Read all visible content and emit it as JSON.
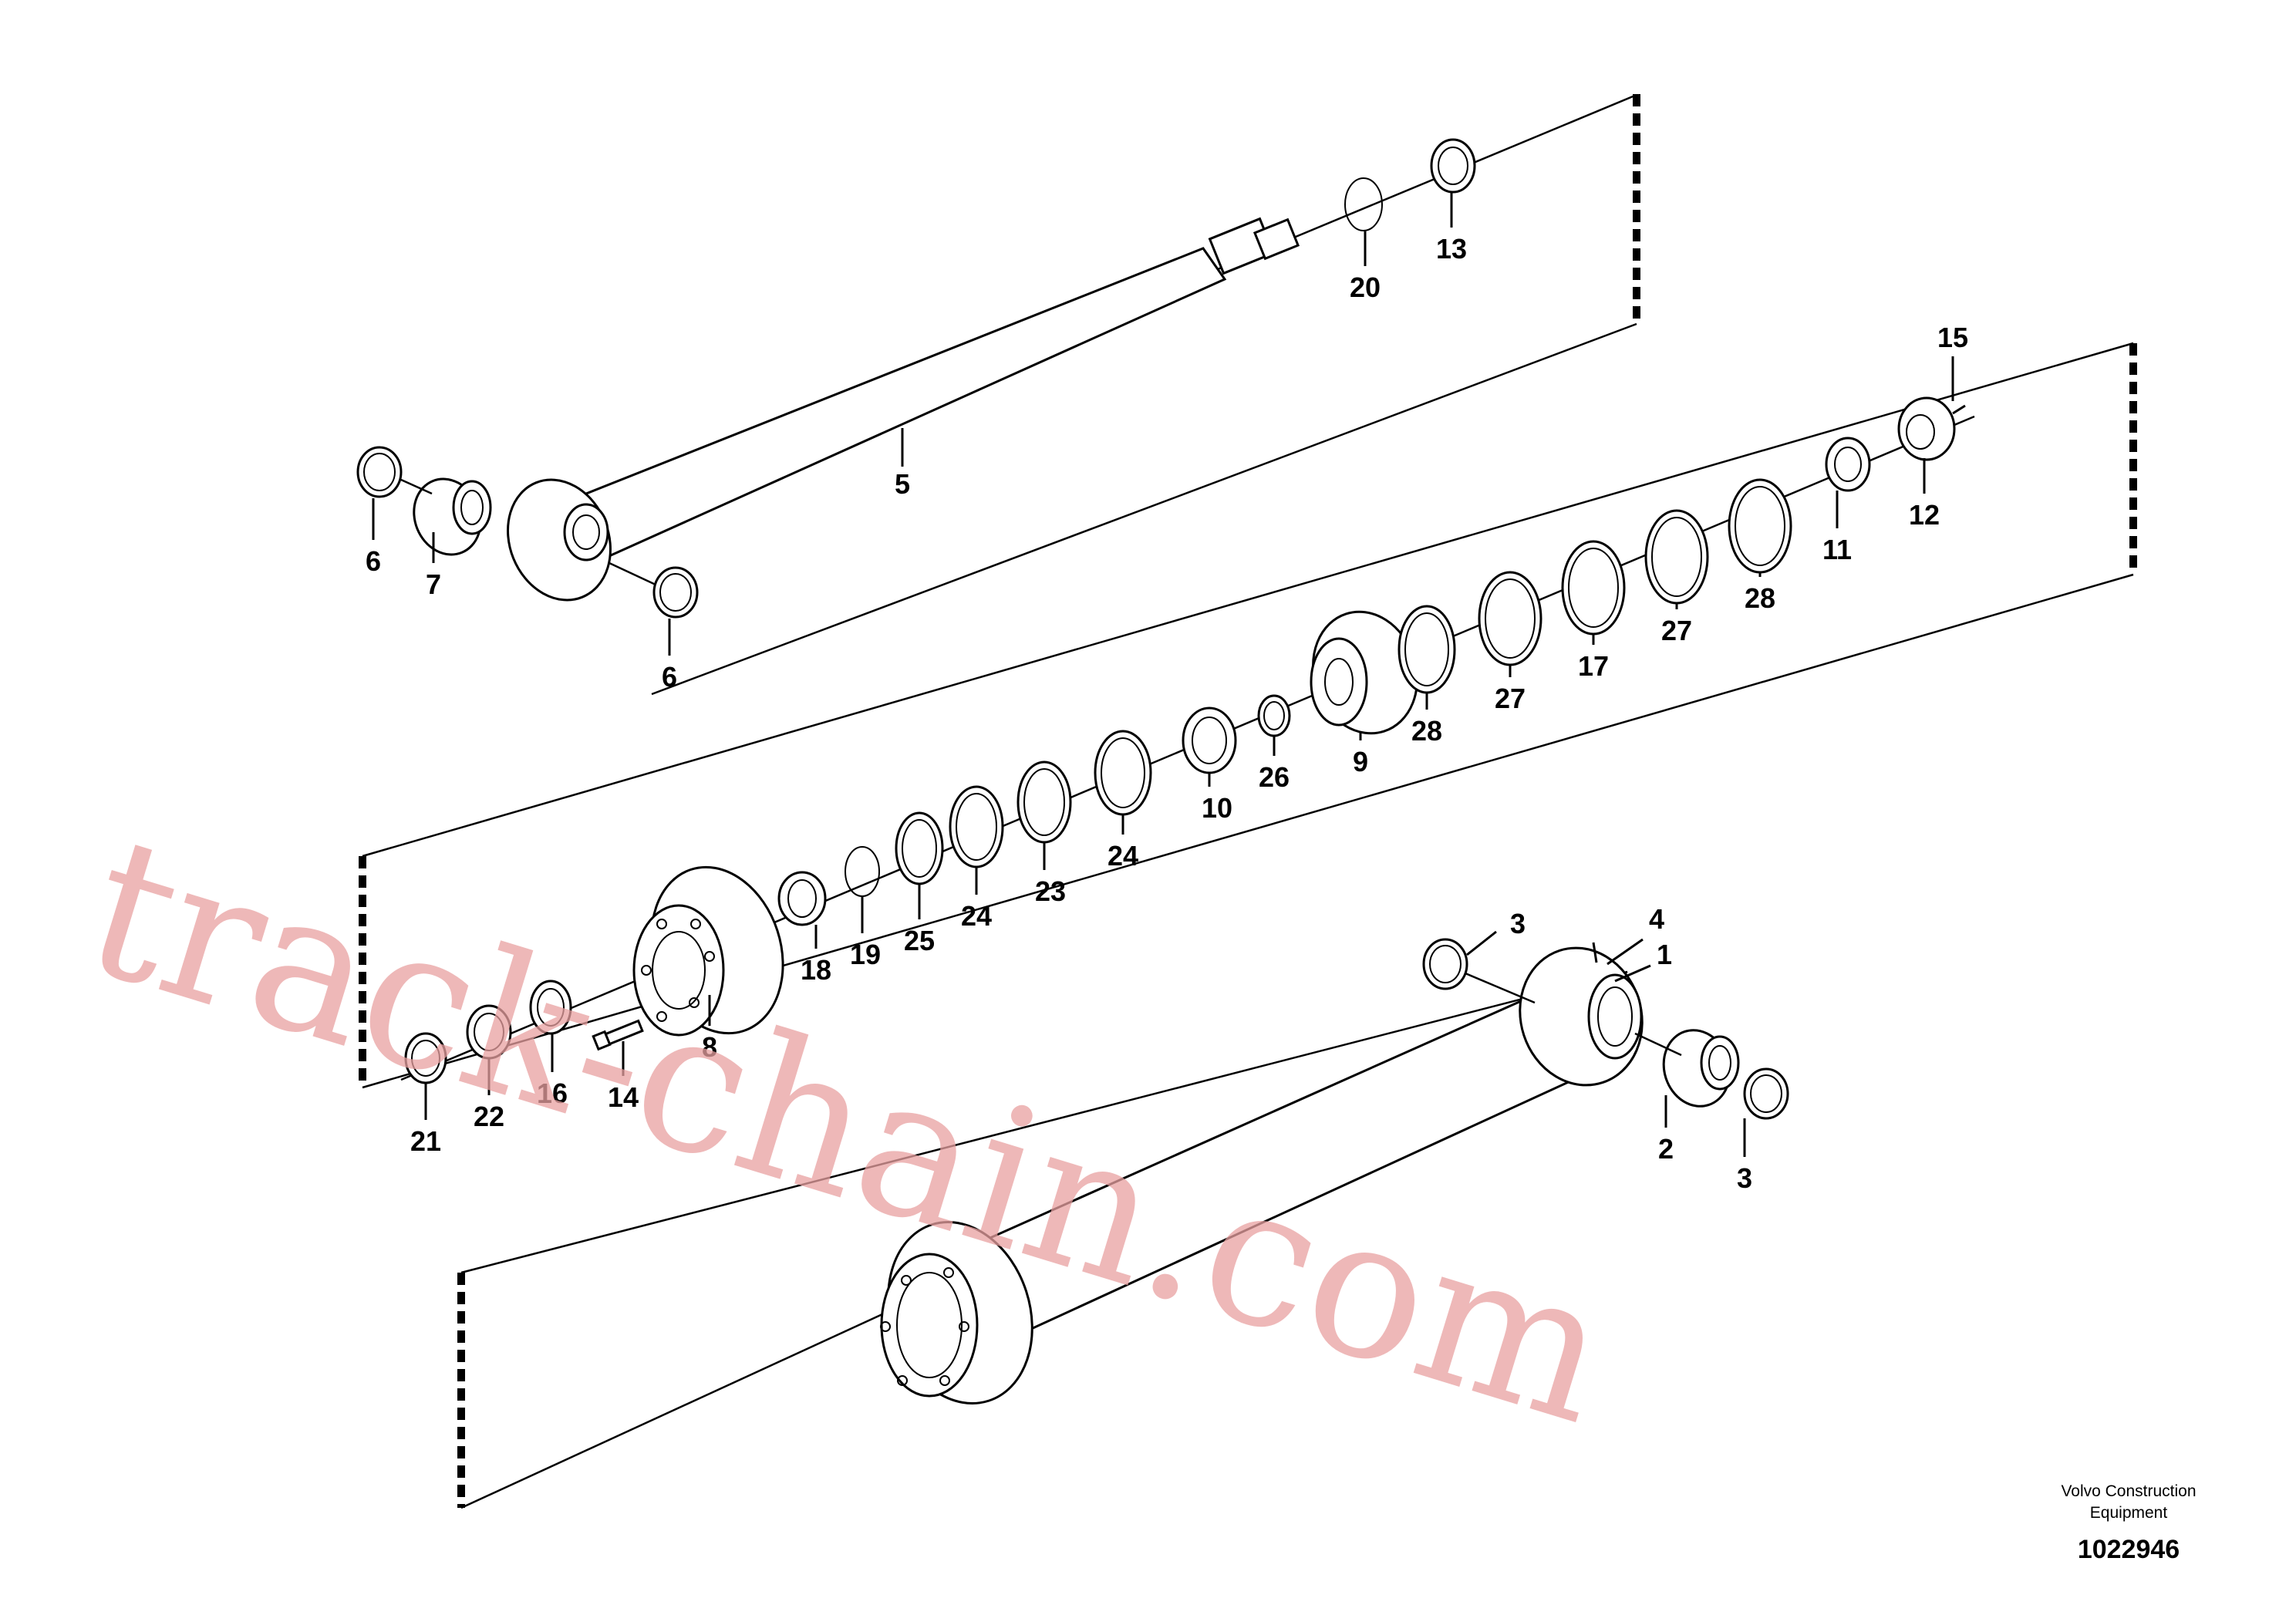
{
  "diagram": {
    "callouts": {
      "c1": "1",
      "c2": "2",
      "c3a": "3",
      "c3b": "3",
      "c4": "4",
      "c5": "5",
      "c6a": "6",
      "c6b": "6",
      "c7": "7",
      "c8": "8",
      "c9": "9",
      "c10": "10",
      "c11": "11",
      "c12": "12",
      "c13": "13",
      "c14": "14",
      "c15": "15",
      "c16": "16",
      "c17": "17",
      "c18": "18",
      "c19": "19",
      "c20": "20",
      "c21": "21",
      "c22": "22",
      "c23": "23",
      "c24a": "24",
      "c24b": "24",
      "c25": "25",
      "c26": "26",
      "c27a": "27",
      "c27b": "27",
      "c28a": "28",
      "c28b": "28"
    },
    "watermark": "track-chain.com",
    "credit_line1": "Volvo Construction",
    "credit_line2": "Equipment",
    "document_number": "1022946"
  }
}
